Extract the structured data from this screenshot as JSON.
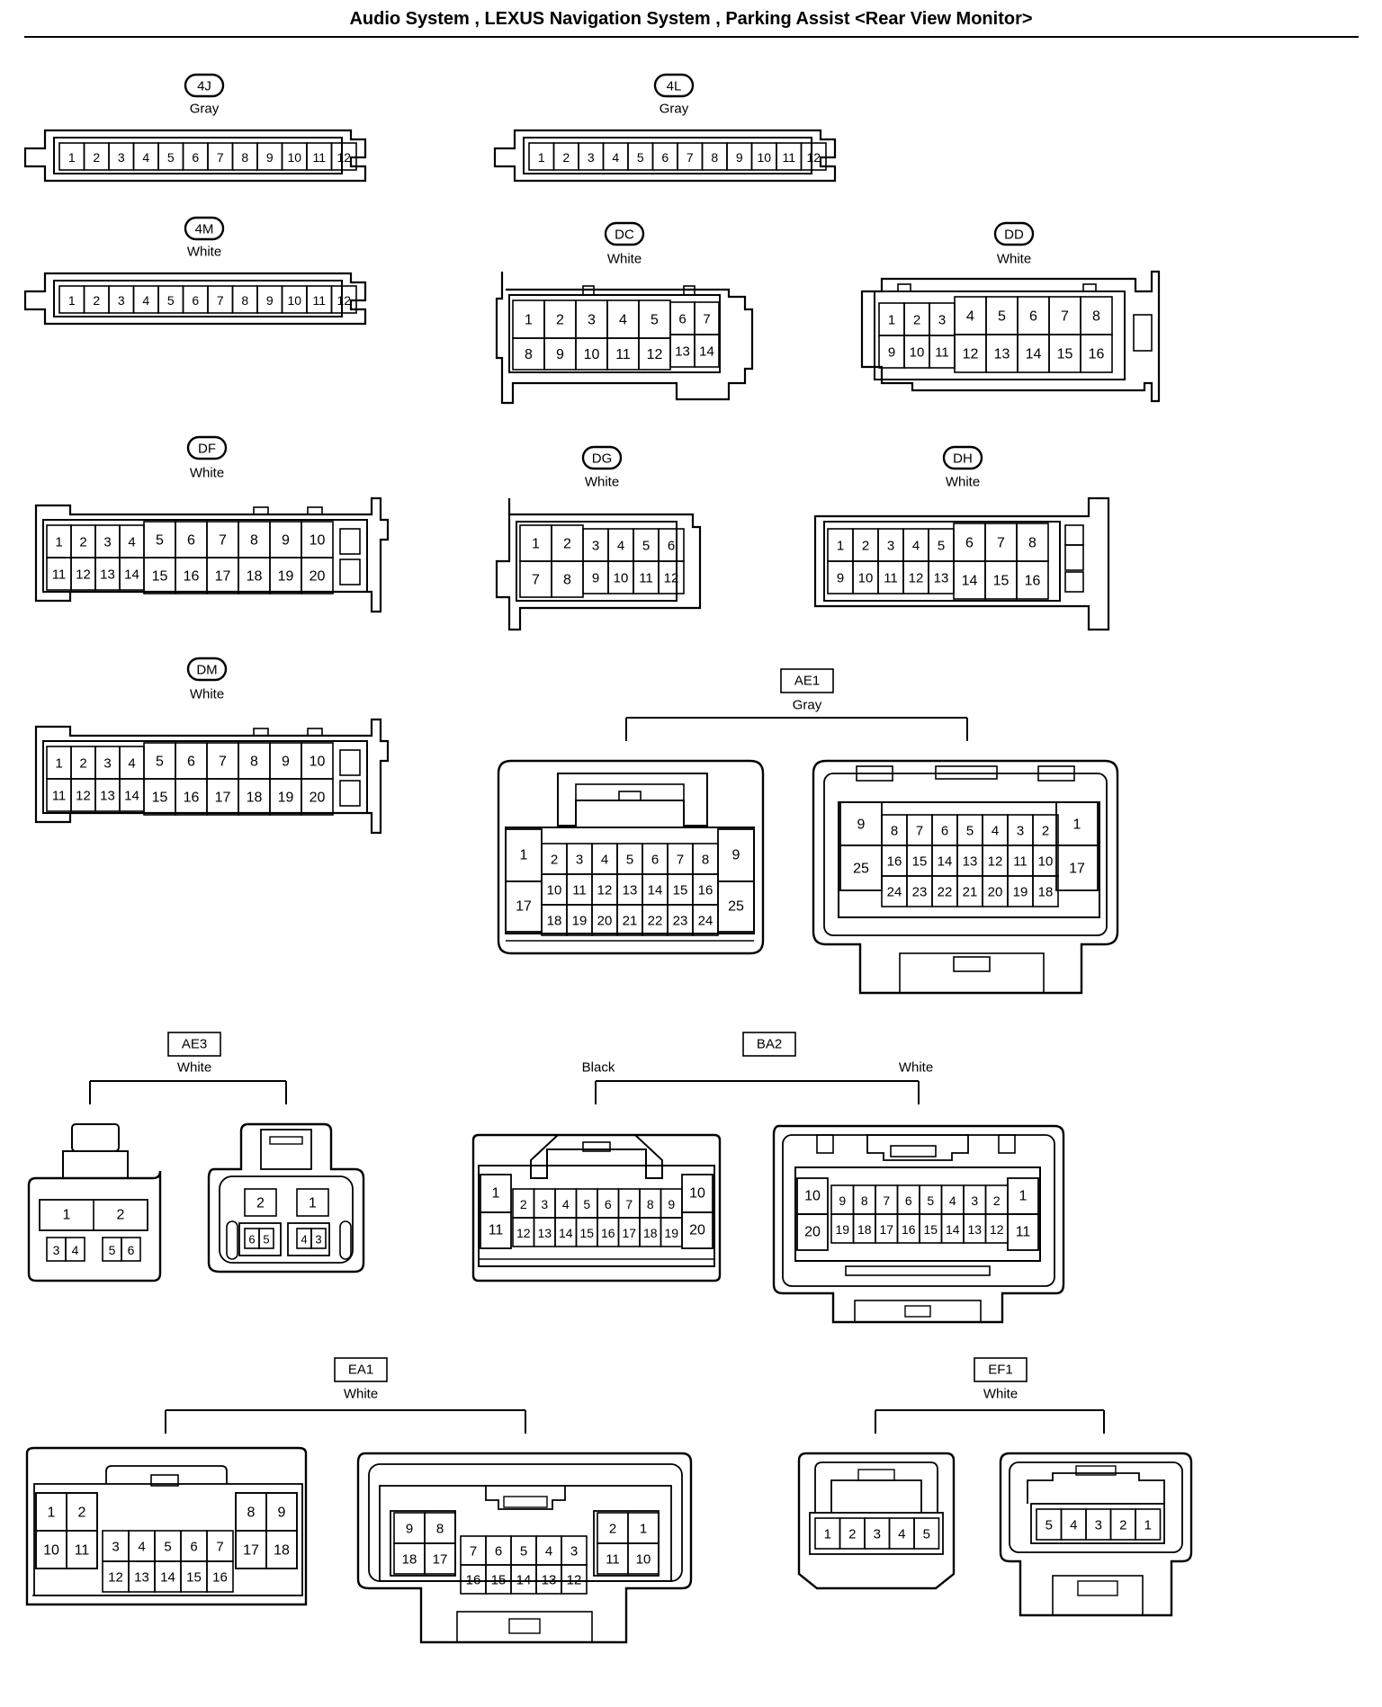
{
  "title": "Audio System , LEXUS Navigation System , Parking Assist <Rear View Monitor>",
  "connectors": {
    "c4J": {
      "code": "4J",
      "color": "Gray",
      "pins": [
        "1",
        "2",
        "3",
        "4",
        "5",
        "6",
        "7",
        "8",
        "9",
        "10",
        "11",
        "12"
      ]
    },
    "c4L": {
      "code": "4L",
      "color": "Gray",
      "pins": [
        "1",
        "2",
        "3",
        "4",
        "5",
        "6",
        "7",
        "8",
        "9",
        "10",
        "11",
        "12"
      ]
    },
    "c4M": {
      "code": "4M",
      "color": "White",
      "pins": [
        "1",
        "2",
        "3",
        "4",
        "5",
        "6",
        "7",
        "8",
        "9",
        "10",
        "11",
        "12"
      ]
    },
    "DC": {
      "code": "DC",
      "color": "White",
      "rows": [
        [
          "1",
          "2",
          "3",
          "4",
          "5",
          "6",
          "7"
        ],
        [
          "8",
          "9",
          "10",
          "11",
          "12",
          "13",
          "14"
        ]
      ]
    },
    "DD": {
      "code": "DD",
      "color": "White",
      "rows": [
        [
          "1",
          "2",
          "3",
          "4",
          "5",
          "6",
          "7",
          "8"
        ],
        [
          "9",
          "10",
          "11",
          "12",
          "13",
          "14",
          "15",
          "16"
        ]
      ]
    },
    "DF": {
      "code": "DF",
      "color": "White",
      "rows": [
        [
          "1",
          "2",
          "3",
          "4",
          "5",
          "6",
          "7",
          "8",
          "9",
          "10"
        ],
        [
          "11",
          "12",
          "13",
          "14",
          "15",
          "16",
          "17",
          "18",
          "19",
          "20"
        ]
      ]
    },
    "DG": {
      "code": "DG",
      "color": "White",
      "rows": [
        [
          "1",
          "2",
          "3",
          "4",
          "5",
          "6"
        ],
        [
          "7",
          "8",
          "9",
          "10",
          "11",
          "12"
        ]
      ]
    },
    "DH": {
      "code": "DH",
      "color": "White",
      "rows": [
        [
          "1",
          "2",
          "3",
          "4",
          "5",
          "6",
          "7",
          "8"
        ],
        [
          "9",
          "10",
          "11",
          "12",
          "13",
          "14",
          "15",
          "16"
        ]
      ]
    },
    "DM": {
      "code": "DM",
      "color": "White",
      "rows": [
        [
          "1",
          "2",
          "3",
          "4",
          "5",
          "6",
          "7",
          "8",
          "9",
          "10"
        ],
        [
          "11",
          "12",
          "13",
          "14",
          "15",
          "16",
          "17",
          "18",
          "19",
          "20"
        ]
      ]
    },
    "AE1": {
      "code": "AE1",
      "color": "Gray",
      "left": {
        "side": [
          "1",
          "17",
          "9",
          "25"
        ],
        "rows": [
          [
            "2",
            "3",
            "4",
            "5",
            "6",
            "7",
            "8"
          ],
          [
            "10",
            "11",
            "12",
            "13",
            "14",
            "15",
            "16"
          ],
          [
            "18",
            "19",
            "20",
            "21",
            "22",
            "23",
            "24"
          ]
        ]
      },
      "right": {
        "side": [
          "9",
          "25",
          "1",
          "17"
        ],
        "rows": [
          [
            "8",
            "7",
            "6",
            "5",
            "4",
            "3",
            "2"
          ],
          [
            "16",
            "15",
            "14",
            "13",
            "12",
            "11",
            "10"
          ],
          [
            "24",
            "23",
            "22",
            "21",
            "20",
            "19",
            "18"
          ]
        ]
      }
    },
    "AE3": {
      "code": "AE3",
      "color": "White",
      "left": [
        "1",
        "2",
        "3",
        "4",
        "5",
        "6"
      ],
      "right": [
        "2",
        "1",
        "6",
        "5",
        "4",
        "3"
      ]
    },
    "BA2": {
      "code": "BA2",
      "left_color": "Black",
      "right_color": "White",
      "left": {
        "side": [
          "1",
          "11",
          "10",
          "20"
        ],
        "rows": [
          [
            "2",
            "3",
            "4",
            "5",
            "6",
            "7",
            "8",
            "9"
          ],
          [
            "12",
            "13",
            "14",
            "15",
            "16",
            "17",
            "18",
            "19"
          ]
        ]
      },
      "right": {
        "side": [
          "10",
          "20",
          "1",
          "11"
        ],
        "rows": [
          [
            "9",
            "8",
            "7",
            "6",
            "5",
            "4",
            "3",
            "2"
          ],
          [
            "19",
            "18",
            "17",
            "16",
            "15",
            "14",
            "13",
            "12"
          ]
        ]
      }
    },
    "EA1": {
      "code": "EA1",
      "color": "White",
      "left": {
        "a": [
          [
            "1",
            "2"
          ],
          [
            "10",
            "11"
          ]
        ],
        "b": [
          [
            "8",
            "9"
          ],
          [
            "17",
            "18"
          ]
        ],
        "c": [
          [
            "3",
            "4",
            "5",
            "6",
            "7"
          ],
          [
            "12",
            "13",
            "14",
            "15",
            "16"
          ]
        ]
      },
      "right": {
        "a": [
          [
            "9",
            "8"
          ],
          [
            "18",
            "17"
          ]
        ],
        "b": [
          [
            "2",
            "1"
          ],
          [
            "11",
            "10"
          ]
        ],
        "c": [
          [
            "7",
            "6",
            "5",
            "4",
            "3"
          ],
          [
            "16",
            "15",
            "14",
            "13",
            "12"
          ]
        ]
      }
    },
    "EF1": {
      "code": "EF1",
      "color": "White",
      "left": [
        "1",
        "2",
        "3",
        "4",
        "5"
      ],
      "right": [
        "5",
        "4",
        "3",
        "2",
        "1"
      ]
    }
  }
}
